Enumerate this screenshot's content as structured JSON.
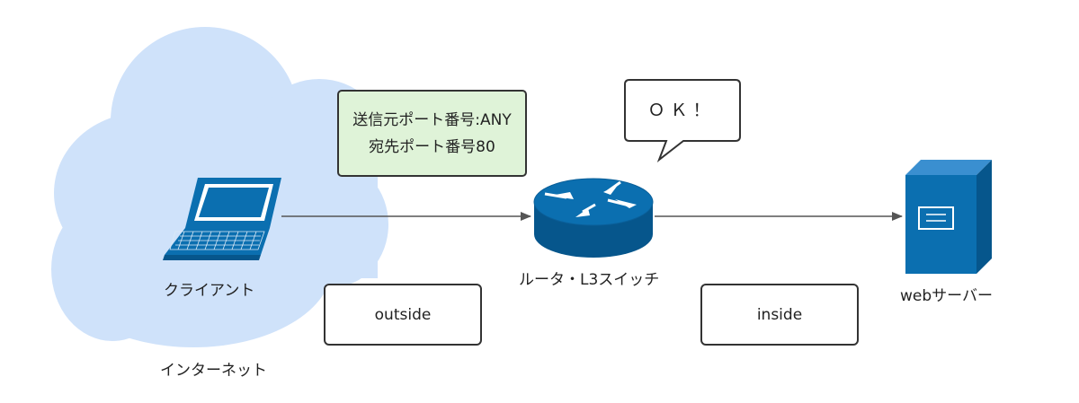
{
  "labels": {
    "client": "クライアント",
    "internet": "インターネット",
    "router": "ルータ・L3スイッチ",
    "server": "webサーバー"
  },
  "note": {
    "line1": "送信元ポート番号:ANY",
    "line2": "宛先ポート番号80"
  },
  "bubble": {
    "text": "ＯＫ！"
  },
  "zones": {
    "outside": "outside",
    "inside": "inside"
  },
  "colors": {
    "cloud": "#cfe2fa",
    "note_fill": "#dff3d8",
    "device_blue": "#0b6fb0",
    "device_dark": "#06568c",
    "line": "#555555"
  },
  "icons": {
    "client": "laptop-icon",
    "router": "router-icon",
    "server": "server-icon",
    "internet": "cloud-icon"
  }
}
